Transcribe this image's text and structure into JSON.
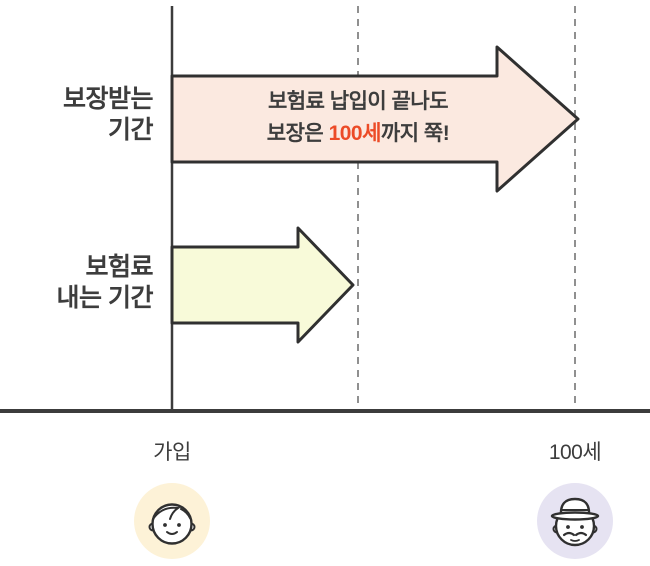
{
  "diagram": {
    "left_labels": {
      "coverage": {
        "line1": "보장받는",
        "line2": "기간"
      },
      "payment": {
        "line1": "보험료",
        "line2": "내는 기간"
      }
    },
    "top_arrow": {
      "text_line1": "보험료 납입이 끝나도",
      "text_line2_prefix": "보장은 ",
      "text_line2_highlight": "100세",
      "text_line2_suffix": "까지 쭉!"
    },
    "axis": {
      "start_label": "가입",
      "end_label": "100세"
    },
    "icons": {
      "start": "young-person-icon",
      "end": "old-man-icon"
    },
    "colors": {
      "text": "#3d3d3d",
      "highlight_red": "#ec4b27",
      "outline": "#303030",
      "line_dark": "#3c3c3c",
      "dashed_line": "#909090",
      "top_arrow_fill": "#fbe9e0",
      "bottom_arrow_fill": "#f8fad9",
      "young_avatar_bg": "#fdf2d7",
      "old_avatar_bg": "#e6e3f2"
    }
  }
}
